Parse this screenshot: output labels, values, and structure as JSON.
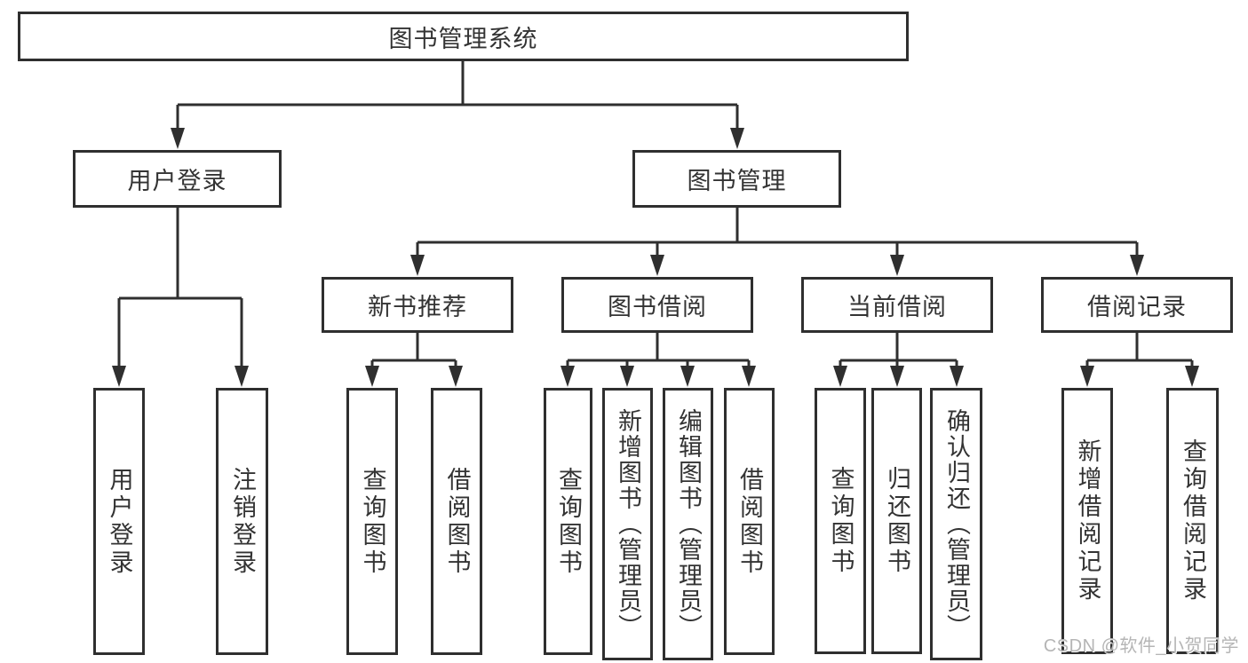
{
  "tree": {
    "label": "图书管理系统",
    "children": [
      {
        "label": "用户登录",
        "children": [
          {
            "label": "用户登录"
          },
          {
            "label": "注销登录"
          }
        ]
      },
      {
        "label": "图书管理",
        "children": [
          {
            "label": "新书推荐",
            "children": [
              {
                "label": "查询图书"
              },
              {
                "label": "借阅图书"
              }
            ]
          },
          {
            "label": "图书借阅",
            "children": [
              {
                "label": "查询图书"
              },
              {
                "label": "新增图书（管理员）"
              },
              {
                "label": "编辑图书（管理员）"
              },
              {
                "label": "借阅图书"
              }
            ]
          },
          {
            "label": "当前借阅",
            "children": [
              {
                "label": "查询图书"
              },
              {
                "label": "归还图书"
              },
              {
                "label": "确认归还（管理员）"
              }
            ]
          },
          {
            "label": "借阅记录",
            "children": [
              {
                "label": "新增借阅记录"
              },
              {
                "label": "查询借阅记录"
              }
            ]
          }
        ]
      }
    ]
  },
  "watermark": {
    "text": "CSDN @软件_小贺同学"
  },
  "colors": {
    "line": "#2f2f2f",
    "text": "#333333",
    "box_background": "#ffffff",
    "page_background": "#ffffff",
    "watermark": "#b5b5b5"
  }
}
